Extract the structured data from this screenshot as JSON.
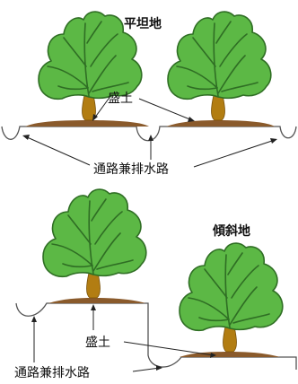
{
  "flat_section": {
    "title": "平坦地",
    "mound_label": "盛土",
    "channel_label": "通路兼排水路"
  },
  "slope_section": {
    "title": "傾斜地",
    "mound_label": "盛土",
    "channel_label": "通路兼排水路"
  },
  "colors": {
    "leaf": "#5cb845",
    "leaf_outline": "#2f6e24",
    "root": "#b27d12",
    "mound": "#8a5a2b",
    "ground_line": "#555555"
  }
}
